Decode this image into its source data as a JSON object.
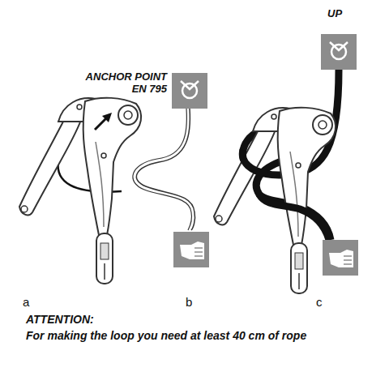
{
  "diagram": {
    "labels": [
      "ANCHOR POINT EN 795",
      "UP",
      "a",
      "b",
      "c",
      "ATTENTION:",
      "For making the loop you need at least 40 cm of rope"
    ]
  }
}
